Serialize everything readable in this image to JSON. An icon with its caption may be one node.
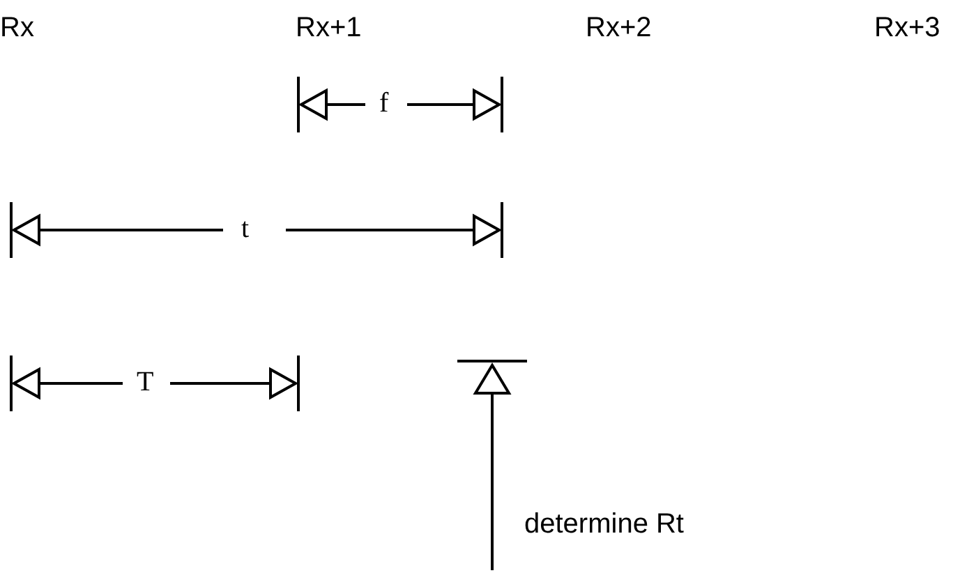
{
  "diagram": {
    "labels": [
      "Rx",
      "Rx+1",
      "Rx+2",
      "Rx+3",
      "f",
      "t",
      "T",
      "determine Rt"
    ]
  }
}
